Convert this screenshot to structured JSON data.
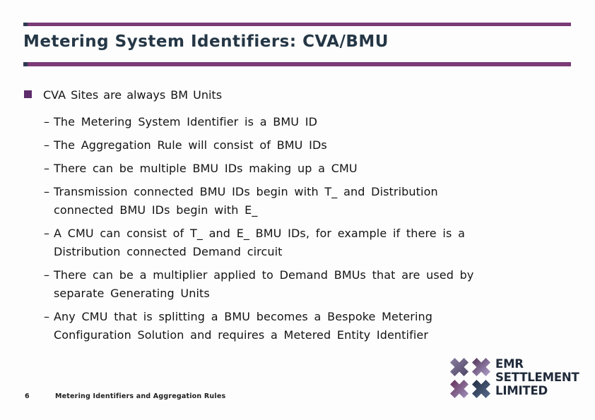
{
  "slide": {
    "title": "Metering System Identifiers: CVA/BMU",
    "bullet": "CVA Sites are always BM Units",
    "sub_bullets": [
      {
        "dash": "–",
        "lines": [
          "The Metering System Identifier is a BMU ID"
        ]
      },
      {
        "dash": "–",
        "lines": [
          "The Aggregation Rule will consist of BMU IDs"
        ]
      },
      {
        "dash": "–",
        "lines": [
          "There can be multiple BMU IDs making up a CMU"
        ]
      },
      {
        "dash": "–",
        "lines": [
          "Transmission connected BMU IDs begin with T_ and Distribution",
          "connected BMU IDs begin with E_"
        ]
      },
      {
        "dash": "–",
        "lines": [
          "A CMU can consist of T_ and E_ BMU IDs, for example if there is a",
          "Distribution connected Demand circuit"
        ]
      },
      {
        "dash": "–",
        "lines": [
          "There can be a multiplier applied to Demand BMUs that are used by",
          "separate Generating Units"
        ]
      },
      {
        "dash": "–",
        "lines": [
          "Any CMU that is splitting a BMU becomes a Bespoke Metering",
          "Configuration Solution and requires a Metered Entity Identifier"
        ]
      }
    ],
    "footer": {
      "page_number": "6",
      "caption": "Metering Identifiers and Aggregation Rules"
    },
    "logo": {
      "line1": "EMR",
      "line2": "SETTLEMENT",
      "line3": "LIMITED"
    },
    "colors": {
      "accent_purple": "#7a3b76",
      "bullet_purple": "#5e2c6b",
      "title_navy": "#253746",
      "logo_navy": "#202a3a"
    }
  }
}
